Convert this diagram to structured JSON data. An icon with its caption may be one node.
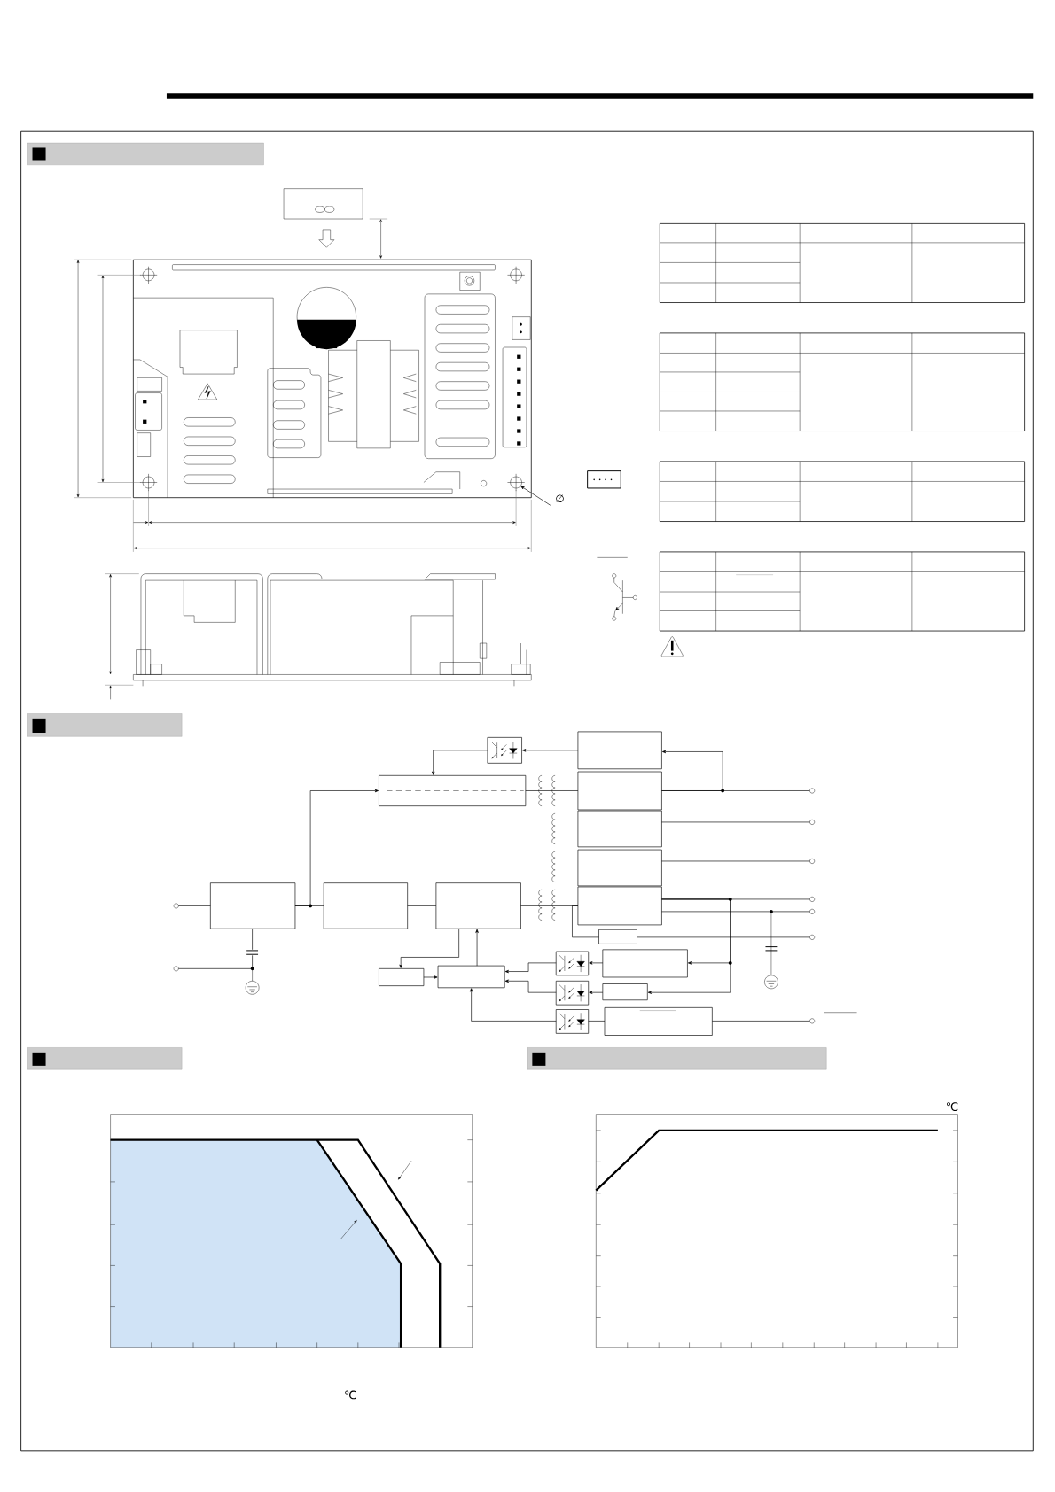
{
  "diagram": {
    "nodes": [
      {
        "text": [],
        "shape": "box"
      },
      {
        "text": [],
        "shape": "box"
      },
      {
        "text": [],
        "shape": "box"
      },
      {
        "text": [],
        "shape": "box"
      },
      {
        "text": [],
        "shape": "box"
      },
      {
        "text": [],
        "shape": "box"
      },
      {
        "text": [],
        "shape": "box"
      },
      {
        "text": [],
        "shape": "box"
      },
      {
        "text": [],
        "shape": "box"
      },
      {
        "text": [],
        "shape": "box"
      },
      {
        "text": [],
        "shape": "box"
      },
      {
        "text": [],
        "shape": "box"
      },
      {
        "text": [],
        "shape": "box"
      },
      {
        "text": [],
        "shape": "box"
      },
      {
        "text": [],
        "shape": "box"
      },
      {
        "text": [],
        "shape": "box"
      },
      {
        "text": [],
        "shape": "box"
      },
      {
        "text": [],
        "shape": "box"
      },
      {
        "text": [],
        "shape": "box"
      },
      {
        "text": [],
        "shape": "circle"
      },
      {
        "text": [],
        "shape": "circle"
      },
      {
        "text": [],
        "shape": "circle"
      },
      {
        "text": [],
        "shape": "circle"
      },
      {
        "text": [],
        "shape": "circle"
      },
      {
        "text": [],
        "shape": "circle"
      },
      {
        "text": [],
        "shape": "circle"
      },
      {
        "text": [],
        "shape": "circle"
      },
      {
        "text": [],
        "shape": "circle"
      },
      {
        "text": [
          "∅"
        ]
      },
      {
        "text": [],
        "shape": "circle"
      }
    ],
    "edges": [
      {
        "from": 19,
        "to": 0,
        "arrow": "none"
      },
      {
        "from": 0,
        "to": 1,
        "arrow": "none"
      },
      {
        "from": 0,
        "to": 3,
        "arrow": "to"
      },
      {
        "from": 1,
        "to": 2,
        "arrow": "none"
      },
      {
        "from": 2,
        "to": 9,
        "arrow": "none"
      },
      {
        "from": 3,
        "to": 6,
        "arrow": "none"
      },
      {
        "from": 5,
        "to": 4,
        "arrow": "to"
      },
      {
        "from": 4,
        "to": 3,
        "arrow": "to"
      },
      {
        "from": 6,
        "to": 21,
        "arrow": "none"
      },
      {
        "from": 6,
        "to": 5,
        "arrow": "to"
      },
      {
        "from": 7,
        "to": 22,
        "arrow": "none"
      },
      {
        "from": 8,
        "to": 23,
        "arrow": "none"
      },
      {
        "from": 9,
        "to": 24,
        "arrow": "none"
      },
      {
        "from": 9,
        "to": 25,
        "arrow": "none"
      },
      {
        "from": 9,
        "to": 11,
        "arrow": "to"
      },
      {
        "from": 9,
        "to": 12,
        "arrow": "to"
      },
      {
        "from": 9,
        "to": 10,
        "arrow": "none"
      },
      {
        "from": 10,
        "to": 26,
        "arrow": "none"
      },
      {
        "from": 11,
        "to": 14,
        "arrow": "to"
      },
      {
        "from": 12,
        "to": 15,
        "arrow": "to"
      },
      {
        "from": 16,
        "to": 13,
        "arrow": "none"
      },
      {
        "from": 13,
        "to": 27,
        "arrow": "none"
      },
      {
        "from": 14,
        "to": 17,
        "arrow": "to"
      },
      {
        "from": 15,
        "to": 17,
        "arrow": "to"
      },
      {
        "from": 16,
        "to": 17,
        "arrow": "to"
      },
      {
        "from": 17,
        "to": 2,
        "arrow": "to"
      },
      {
        "from": 2,
        "to": 18,
        "arrow": "to"
      },
      {
        "from": 18,
        "to": 17,
        "arrow": "to"
      },
      {
        "from": 0,
        "to": 20,
        "arrow": "none"
      },
      {
        "from": 28,
        "to": 29,
        "arrow": "to"
      }
    ],
    "labels": [
      "℃",
      "℃"
    ]
  }
}
